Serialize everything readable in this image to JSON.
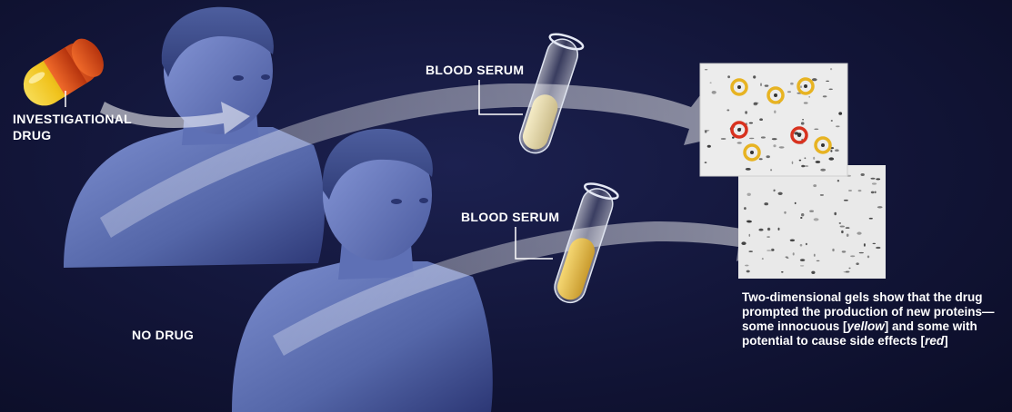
{
  "labels": {
    "drug": "INVESTIGATIONAL DRUG",
    "serum_top": "BLOOD SERUM",
    "serum_bottom": "BLOOD SERUM",
    "no_drug": "NO DRUG"
  },
  "caption": {
    "text_1": "Two-dimensional gels show that the drug prompted the production of new proteins—some innocuous [",
    "yellow_word": "yellow",
    "text_2": "] and some with potential to cause side effects [",
    "red_word": "red",
    "text_3": "]"
  },
  "colors": {
    "background": "#121538",
    "figure": "#5c6fb3",
    "innocuous_marker": "#e7b322",
    "side_effect_marker": "#d8321f",
    "serum_light": "#e8dcb0",
    "serum_dark": "#e4c25a"
  }
}
